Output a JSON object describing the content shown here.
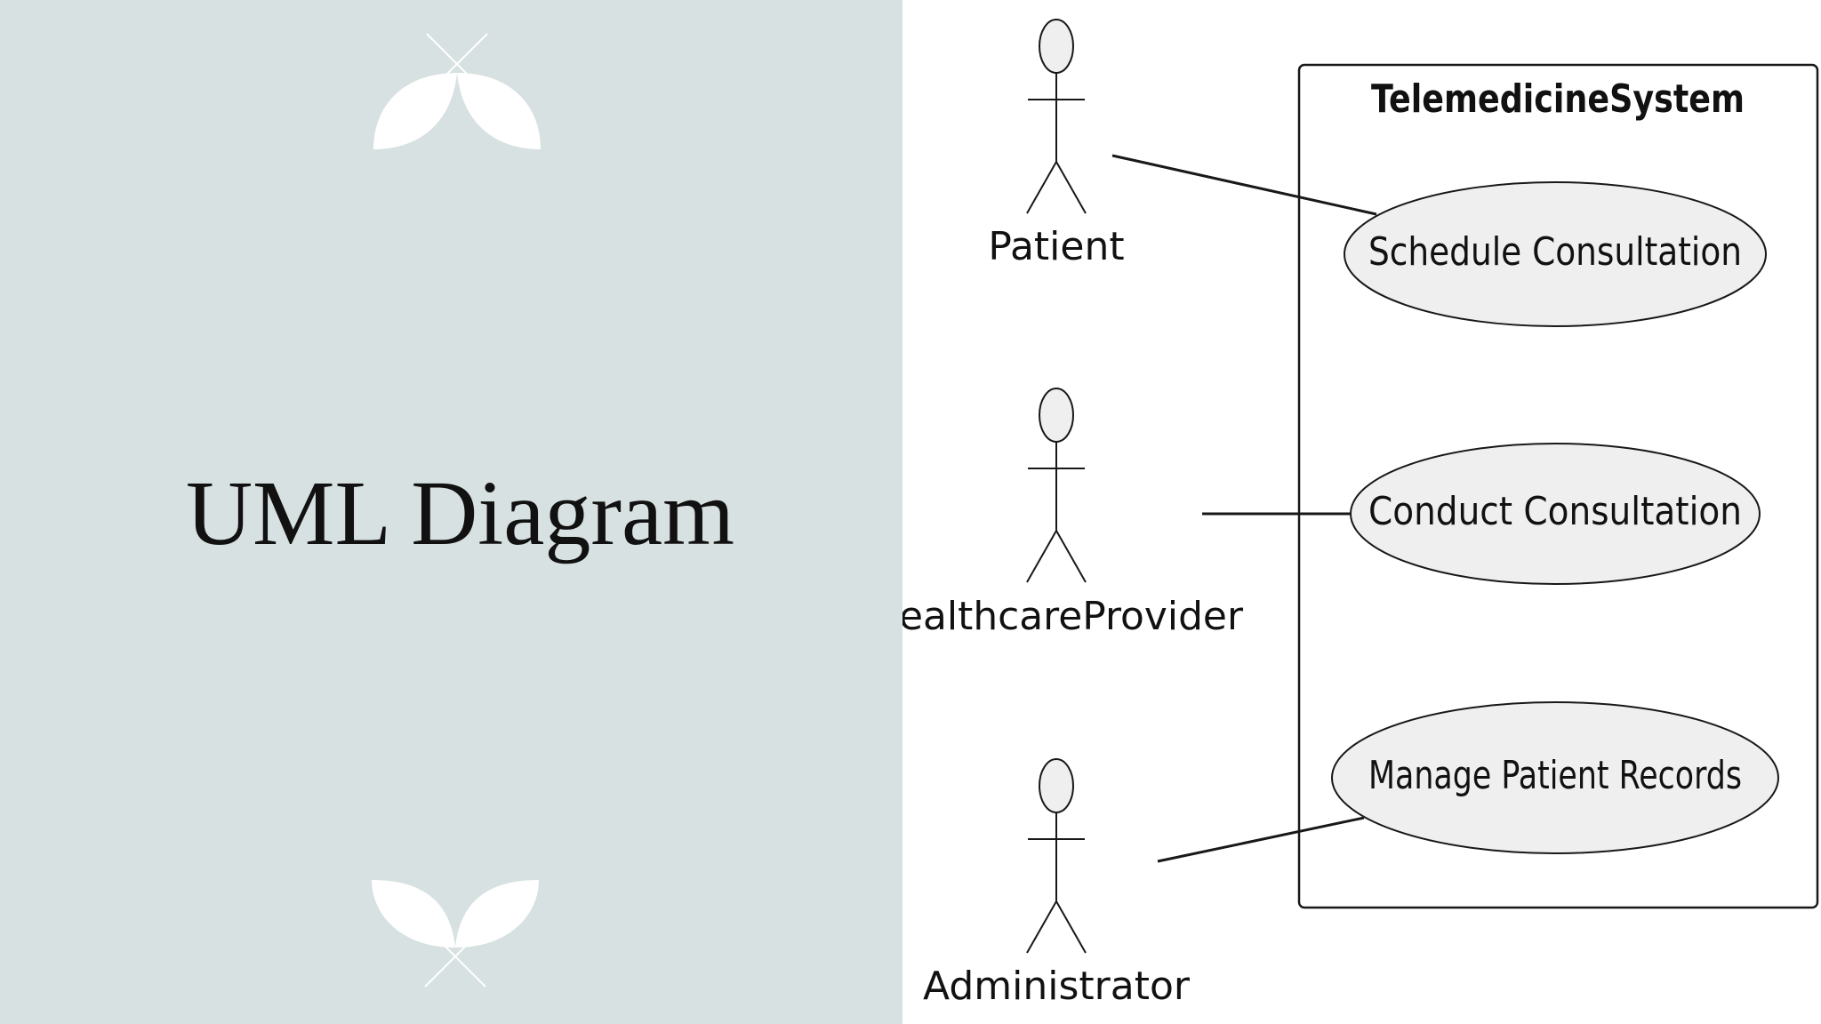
{
  "slide": {
    "title": "UML Diagram",
    "panel_color": "#d7e1e1"
  },
  "diagram": {
    "type": "use-case",
    "system": {
      "name": "TelemedicineSystem"
    },
    "actors": [
      {
        "name": "Patient"
      },
      {
        "name": "HealthcareProvider"
      },
      {
        "name": "Administrator"
      }
    ],
    "use_cases": [
      {
        "name": "Schedule Consultation"
      },
      {
        "name": "Conduct Consultation"
      },
      {
        "name": "Manage Patient Records"
      }
    ],
    "associations": [
      {
        "actor": "Patient",
        "use_case": "Schedule Consultation"
      },
      {
        "actor": "HealthcareProvider",
        "use_case": "Conduct Consultation"
      },
      {
        "actor": "Administrator",
        "use_case": "Manage Patient Records"
      }
    ],
    "colors": {
      "use_case_fill": "#efefef",
      "stroke": "#181818"
    }
  }
}
